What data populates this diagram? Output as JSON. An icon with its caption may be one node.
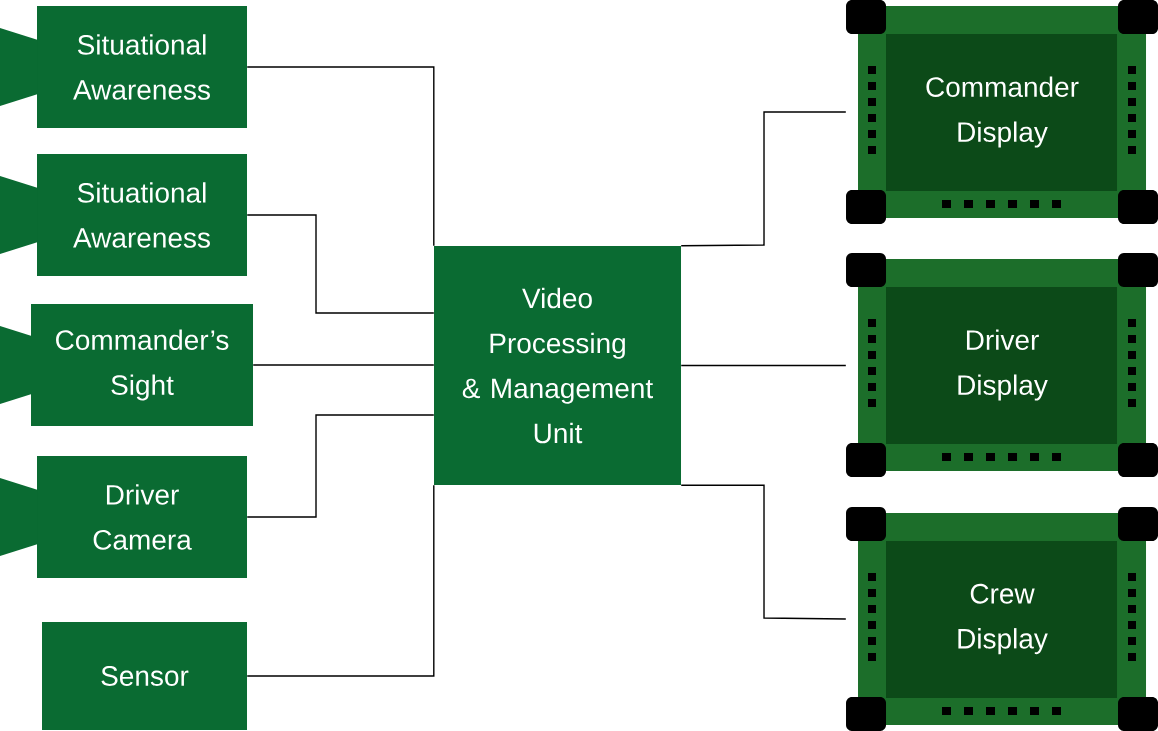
{
  "diagram": {
    "nodes": [
      {
        "text": [
          "Situational Awareness"
        ]
      },
      {
        "text": [
          "Situational Awareness"
        ]
      },
      {
        "text": [
          "Commander’s Sight"
        ]
      },
      {
        "text": [
          "Driver Camera"
        ]
      },
      {
        "text": [
          "Sensor"
        ]
      },
      {
        "text": [
          "Video Processing & Management Unit"
        ]
      },
      {
        "text": [
          "Commander Display"
        ]
      },
      {
        "text": [
          "Driver Display"
        ]
      },
      {
        "text": [
          "Crew Display"
        ]
      }
    ],
    "edges": [
      {
        "from": 0,
        "to": 5,
        "arrow": "none"
      },
      {
        "from": 1,
        "to": 5,
        "arrow": "none"
      },
      {
        "from": 2,
        "to": 5,
        "arrow": "none"
      },
      {
        "from": 3,
        "to": 5,
        "arrow": "none"
      },
      {
        "from": 4,
        "to": 5,
        "arrow": "none"
      },
      {
        "from": 5,
        "to": 6,
        "arrow": "none"
      },
      {
        "from": 5,
        "to": 7,
        "arrow": "none"
      },
      {
        "from": 5,
        "to": 8,
        "arrow": "none"
      }
    ]
  }
}
